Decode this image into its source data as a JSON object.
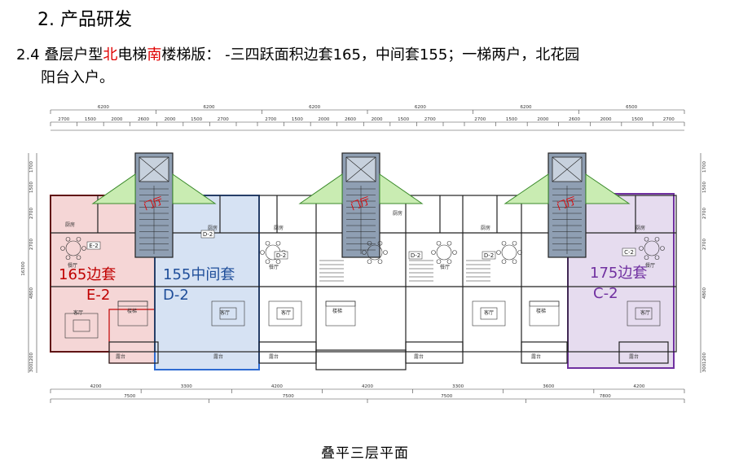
{
  "header": {
    "section_title": "2. 产品研发",
    "subtitle_prefix": "2.4 叠层户型",
    "subtitle_north": "北",
    "subtitle_mid": "电梯",
    "subtitle_south": "南",
    "subtitle_rest": "楼梯版：  -三四跃面积边套165，中间套155；一梯两户，北花园",
    "subtitle_line2": "阳台入户。"
  },
  "plan": {
    "top_dims_row1": [
      "6200",
      "6200",
      "6200",
      "6200",
      "6200",
      "6500"
    ],
    "top_dims_row2": [
      "2700",
      "1500",
      "2000",
      "2600",
      "2000",
      "1500",
      "2700"
    ],
    "bottom_dims_row1": [
      "4200",
      "3300",
      "4200",
      "4200",
      "3300",
      "3600",
      "4200"
    ],
    "bottom_dims_row2": [
      "7500",
      "7500",
      "7500",
      "7800"
    ],
    "left_dims": [
      "1700",
      "1500",
      "2700",
      "2700",
      "4800",
      "1200",
      "300"
    ],
    "left_total": "16300",
    "units": [
      {
        "area": "165边套",
        "code": "E-2",
        "color": "#c00000"
      },
      {
        "area": "155中间套",
        "code": "D-2",
        "color": "#1f4e9a"
      },
      {
        "area": "175边套",
        "code": "C-2",
        "color": "#7030a0"
      }
    ],
    "lobby_label": "门厅",
    "room_labels": {
      "kitchen": "厨房",
      "dining": "餐厅",
      "living": "客厅",
      "stair": "楼梯",
      "balcony": "露台"
    },
    "unit_tags": [
      "E-2",
      "D-2",
      "D-2",
      "D-2",
      "D-2",
      "C-2"
    ]
  },
  "footer": {
    "caption": "叠平三层平面"
  },
  "colors": {
    "red_zone": "#f5d6d6",
    "blue_zone": "#d6e2f3",
    "purple_zone": "#e6dcef",
    "core": "#8f9fb3",
    "triangle": "#c9ecb2"
  }
}
